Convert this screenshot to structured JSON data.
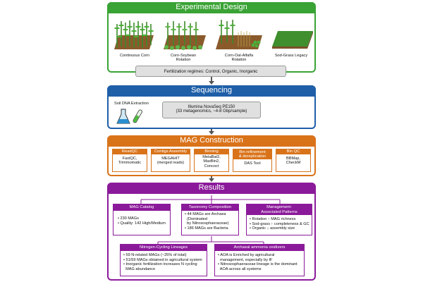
{
  "experimental_design": {
    "title": "Experimental Design",
    "systems": [
      "Continuous Corn",
      "Corn-Soybean\nRotation",
      "Corn-Oat-Alfalfa\nRotation",
      "Sod-Grass Legacy"
    ],
    "fertilization": "Fertilization regimes: Control, Organic, Inorganic"
  },
  "sequencing": {
    "title": "Sequencing",
    "extraction_label": "Soil DNA Extraction",
    "platform": "Illumina NovaSeq PE150\n(33 metagenomics, ~4-8 Gbp/sample)"
  },
  "mag_construction": {
    "title": "MAG Construction",
    "steps": [
      {
        "header": "ReadQC",
        "body": "FastQC,\nTrimmomatic"
      },
      {
        "header": "Contigs Assembly",
        "body": "MEGAHIT\n(merged reads)"
      },
      {
        "header": "Binning",
        "body": "MetaBat2,\nMaxBin2,\nConcoct"
      },
      {
        "header": "Bin refinement\n& dereplication",
        "body": "DAS Tool"
      },
      {
        "header": "Bin QC",
        "body": "BBMap,\nCheckM"
      }
    ]
  },
  "results": {
    "title": "Results",
    "mag_catalog": {
      "header": "MAG Catalog",
      "lines": [
        "• 230 MAGs",
        "• Quality: 142 High/Medium"
      ]
    },
    "taxonomy": {
      "header": "Taxonomy Composition",
      "lines": [
        "• 44 MAGs are Archaea",
        "  (Dominated",
        "  by Nitrososphaeraceae)",
        "• 186 MAGs are Bacteria"
      ]
    },
    "management": {
      "header": "Management-\nAssociated Patterns",
      "lines": [
        "• Rotation ↑ MAG richness",
        "• Sod-grass ↑ completeness & GC",
        "• Organic ↓ assembly size"
      ]
    },
    "nitrogen": {
      "header": "Nitrogen-Cycling Lineages",
      "lines": [
        "• 59 N-related MAGs (~25% of total)",
        "• 51/59 MAGs obtained in agricultural system",
        "• Inorganic fertilization increases N cycling",
        "  MAG abundance"
      ]
    },
    "archaeal": {
      "header": "Archaeal ammonia oxidizers",
      "lines": [
        "• AOA is Enriched by agricultural",
        "  management, especially by IF",
        "• Nitrososphaeraceae lineage is the dominant",
        "  AOA across all systems"
      ]
    }
  },
  "colors": {
    "green": "#3aa335",
    "blue": "#1f5fa8",
    "orange": "#d9731a",
    "purple": "#8b1a9a",
    "gray": "#e0e0e0"
  }
}
